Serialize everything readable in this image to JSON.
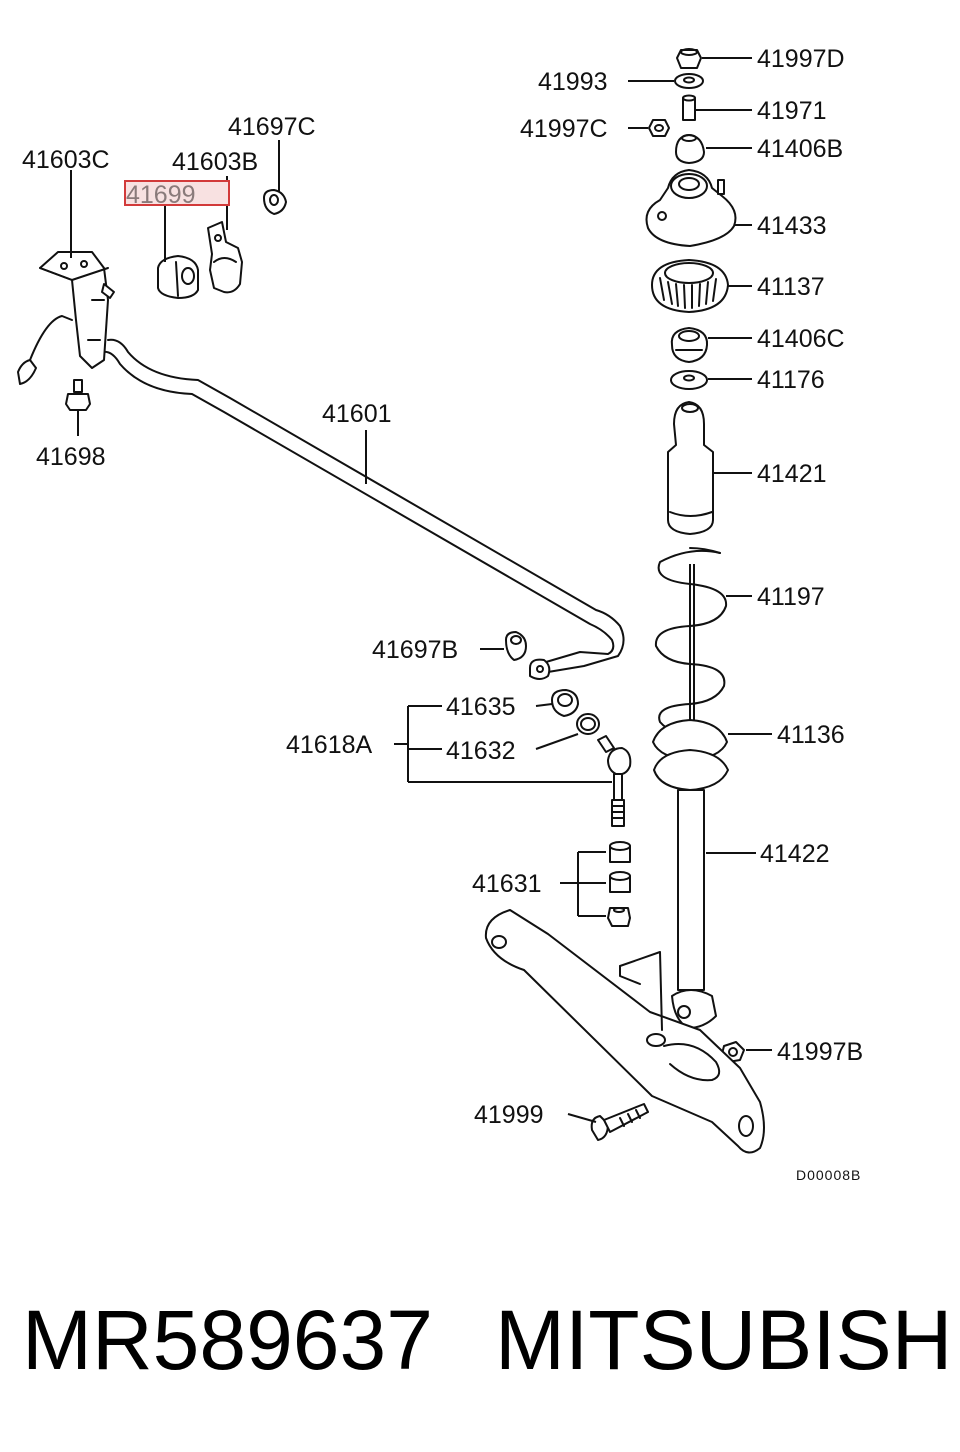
{
  "diagram": {
    "labels": {
      "l41997D": "41997D",
      "l41993": "41993",
      "l41971": "41971",
      "l41997C": "41997C",
      "l41406B": "41406B",
      "l41433": "41433",
      "l41137": "41137",
      "l41406C": "41406C",
      "l41176": "41176",
      "l41421": "41421",
      "l41197": "41197",
      "l41136": "41136",
      "l41422": "41422",
      "l41997B": "41997B",
      "l41999": "41999",
      "l41631": "41631",
      "l41635": "41635",
      "l41632": "41632",
      "l41618A": "41618A",
      "l41697B": "41697B",
      "l41601": "41601",
      "l41603C": "41603C",
      "l41603B": "41603B",
      "l41697C": "41697C",
      "l41699": "41699",
      "l41698": "41698"
    },
    "highlighted_part": "41699",
    "drawing_code": "D00008B"
  },
  "footer": {
    "part_number": "MR589637",
    "brand": "MITSUBISHI"
  },
  "colors": {
    "line": "#111111",
    "highlight_border": "#d23a3a",
    "highlight_fill": "#f8e1e1"
  }
}
